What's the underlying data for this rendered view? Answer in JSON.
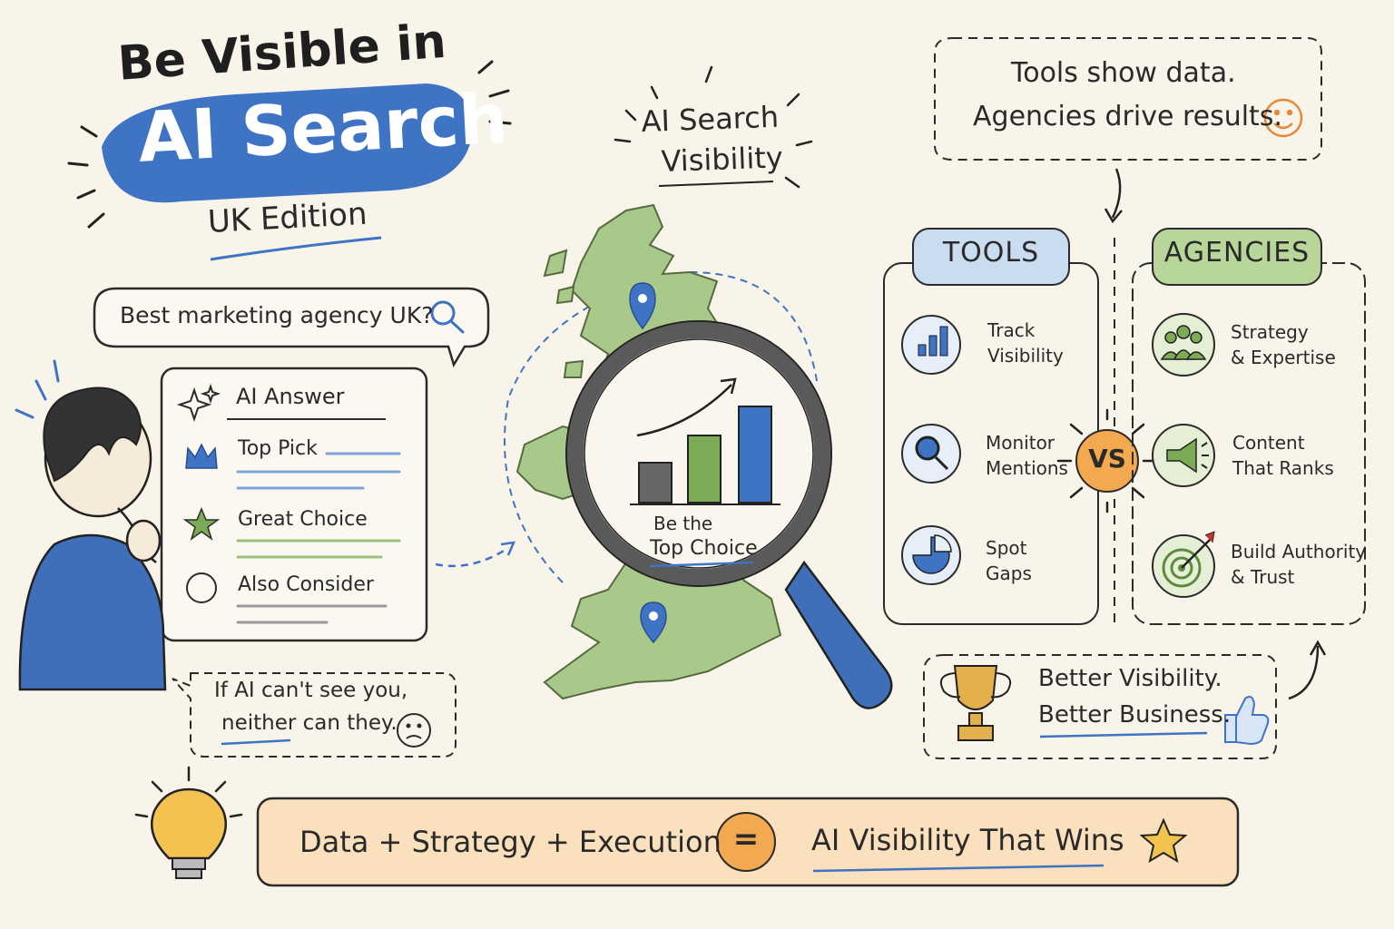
{
  "title": {
    "line1": "Be Visible in",
    "line2": "AI Search",
    "edition": "UK Edition"
  },
  "query": "Best marketing agency UK?",
  "answer_card": {
    "heading": "AI Answer",
    "items": [
      "Top Pick",
      "Great Choice",
      "Also Consider"
    ]
  },
  "warning": {
    "line1": "If AI can't see you,",
    "line2": "neither can they."
  },
  "map": {
    "caption_line1": "AI Search",
    "caption_line2": "Visibility",
    "lens_line1": "Be the",
    "lens_line2": "Top Choice"
  },
  "callout": {
    "line1": "Tools show data.",
    "line2": "Agencies drive results."
  },
  "tools": {
    "heading": "TOOLS",
    "items": [
      {
        "line1": "Track",
        "line2": "Visibility",
        "icon": "bar-chart-icon"
      },
      {
        "line1": "Monitor",
        "line2": "Mentions",
        "icon": "search-icon"
      },
      {
        "line1": "Spot",
        "line2": "Gaps",
        "icon": "pie-chart-icon"
      }
    ]
  },
  "versus": "VS",
  "agencies": {
    "heading": "AGENCIES",
    "items": [
      {
        "line1": "Strategy",
        "line2": "& Expertise",
        "icon": "people-icon"
      },
      {
        "line1": "Content",
        "line2": "That Ranks",
        "icon": "megaphone-icon"
      },
      {
        "line1": "Build Authority",
        "line2": "& Trust",
        "icon": "target-icon"
      }
    ]
  },
  "result": {
    "line1": "Better Visibility.",
    "line2": "Better Business."
  },
  "formula": {
    "left": "Data + Strategy + Execution",
    "equals": "=",
    "right": "AI Visibility That Wins"
  },
  "colors": {
    "blue": "#3f73c4",
    "green": "#7bab55",
    "orange": "#f2a94f",
    "paper": "#f8f4ea"
  }
}
